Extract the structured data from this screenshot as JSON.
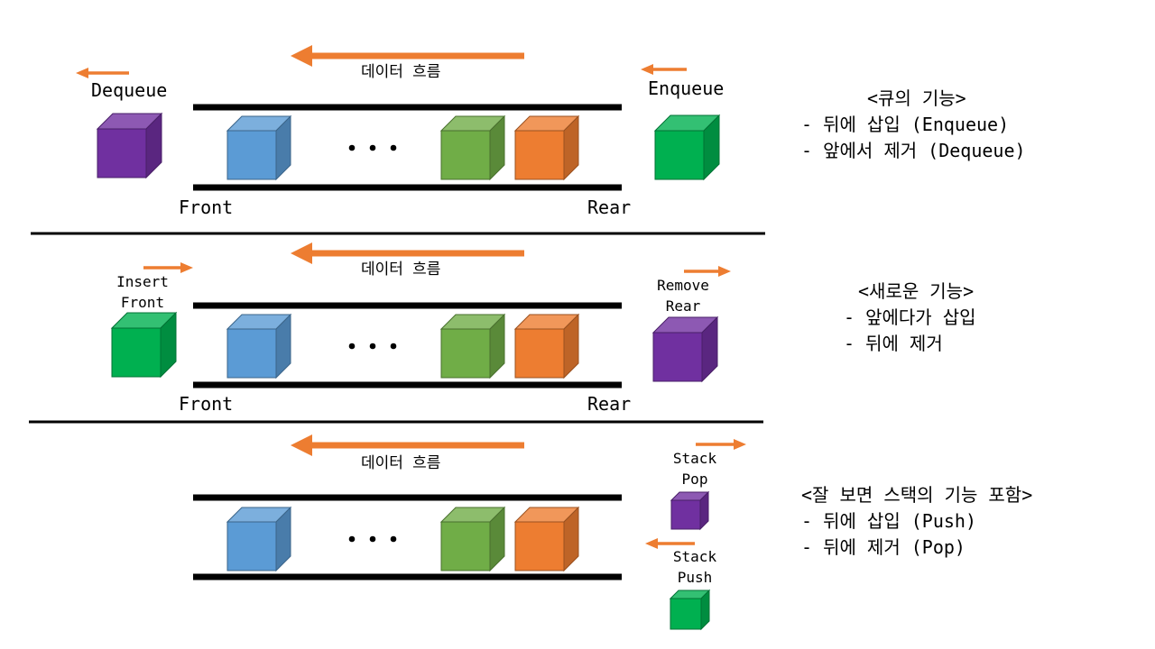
{
  "colors": {
    "arrow": "#ed7d31",
    "blue": "#5b9bd5",
    "green_light": "#70ad47",
    "orange": "#ed7d31",
    "green": "#00b050",
    "purple": "#7030a0",
    "line": "#000000"
  },
  "icons": [
    "arrow-left-icon",
    "arrow-right-icon",
    "cube-icon",
    "ellipsis-icon"
  ],
  "sections": [
    {
      "flow_label": "데이터 흐름",
      "left_label": "Dequeue",
      "right_label": "Enqueue",
      "front_label": "Front",
      "rear_label": "Rear",
      "notes": {
        "title": "<큐의 기능>",
        "items": [
          "- 뒤에 삽입 (Enqueue)",
          "- 앞에서 제거 (Dequeue)"
        ]
      }
    },
    {
      "flow_label": "데이터 흐름",
      "left_label": "Insert\nFront",
      "right_label": "Remove\nRear",
      "front_label": "Front",
      "rear_label": "Rear",
      "notes": {
        "title": "<새로운 기능>",
        "items": [
          "- 앞에다가 삽입",
          "- 뒤에 제거"
        ]
      }
    },
    {
      "flow_label": "데이터 흐름",
      "pop_label": "Stack\nPop",
      "push_label": "Stack\nPush",
      "notes": {
        "title": "<잘 보면 스택의 기능 포함>",
        "items": [
          "- 뒤에 삽입 (Push)",
          "- 뒤에 제거 (Pop)"
        ]
      }
    }
  ]
}
